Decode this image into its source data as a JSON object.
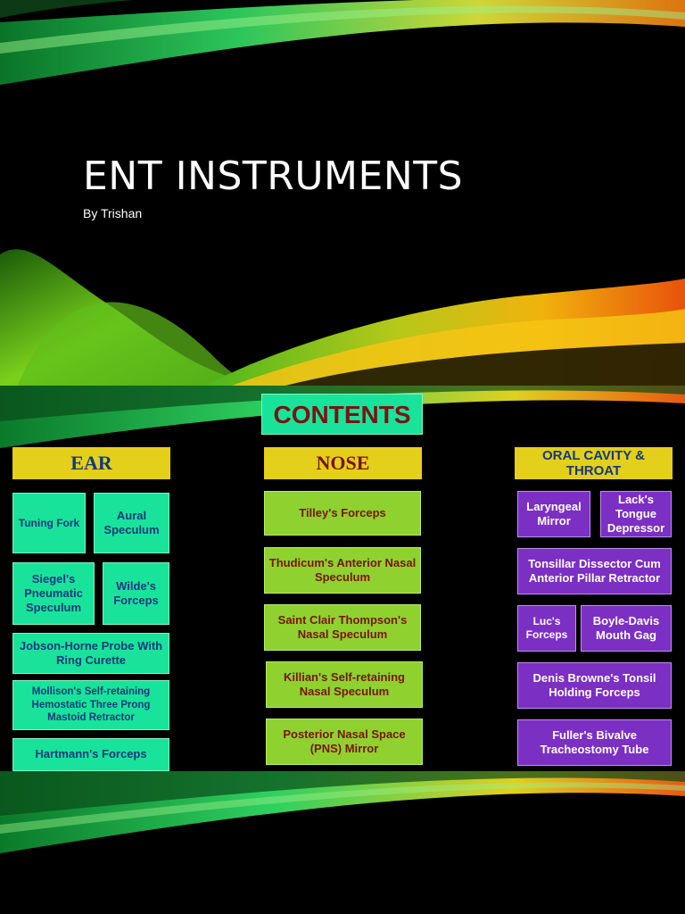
{
  "slide1": {
    "title": "ENT INSTRUMENTS",
    "subtitle": "By Trishan"
  },
  "slide2": {
    "heading": "CONTENTS",
    "categories": {
      "ear": "EAR",
      "nose": "NOSE",
      "throat": "ORAL CAVITY & THROAT"
    },
    "ear_items": [
      "Tuning Fork",
      "Aural Speculum",
      "Siegel's Pneumatic Speculum",
      "Wilde's Forceps",
      "Jobson-Horne Probe With Ring Curette",
      "Mollison's Self-retaining Hemostatic Three Prong Mastoid Retractor",
      "Hartmann's Forceps"
    ],
    "nose_items": [
      "Tilley's Forceps",
      "Thudicum's Anterior Nasal Speculum",
      "Saint Clair Thompson's Nasal Speculum",
      "Killian's Self-retaining Nasal Speculum",
      "Posterior Nasal Space (PNS) Mirror"
    ],
    "throat_items": [
      "Laryngeal Mirror",
      "Lack's Tongue Depressor",
      "Tonsillar Dissector Cum Anterior Pillar Retractor",
      "Luc's Forceps",
      "Boyle-Davis Mouth Gag",
      "Denis Browne's Tonsil Holding Forceps",
      "Fuller's Bivalve Tracheostomy Tube"
    ]
  },
  "colors": {
    "teal": "#19e39b",
    "lime": "#8fd12f",
    "purple": "#7b2fc3",
    "yellow": "#e4cf1a",
    "maroon": "#7a1410",
    "navy": "#123a7c"
  }
}
